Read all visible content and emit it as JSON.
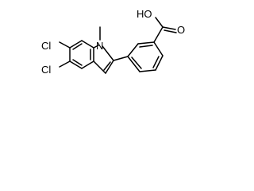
{
  "molecule": {
    "atoms": {
      "chlorine_top": "Cl",
      "chlorine_bottom": "Cl",
      "nitrogen": "N",
      "hydroxyl": "HO",
      "carbonyl_oxygen": "O"
    }
  }
}
